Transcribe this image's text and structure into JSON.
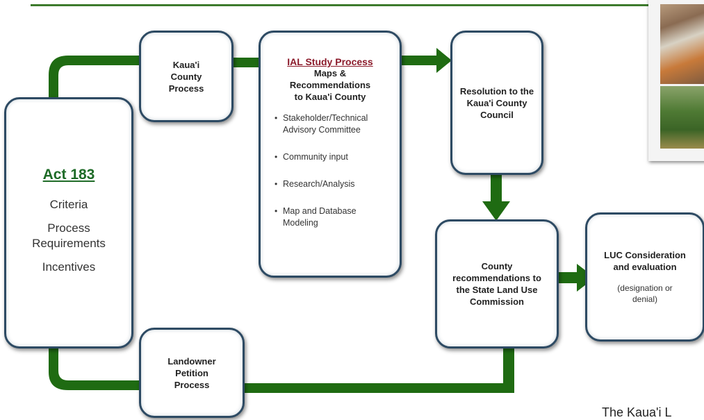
{
  "act": {
    "title": "Act 183",
    "lines": [
      "Criteria",
      "Process Requirements",
      "Incentives"
    ]
  },
  "county_process": {
    "label": "Kaua'i County Process"
  },
  "landowner": {
    "label": "Landowner Petition Process"
  },
  "ial": {
    "title": "IAL Study Process",
    "subtitle": "Maps & Recommendations to Kaua'i County",
    "bullets": [
      "Stakeholder/Technical Advisory Committee",
      "Community input",
      "Research/Analysis",
      "Map and Database Modeling"
    ]
  },
  "resolution": {
    "label": "Resolution to the Kaua'i County Council"
  },
  "county_rec": {
    "label": "County recommendations to the State Land Use Commission"
  },
  "luc": {
    "title": "LUC Consideration and evaluation",
    "note": "(designation or denial)"
  },
  "caption": "The Kaua'i L",
  "colors": {
    "arrow": "#1f6b12",
    "border": "#2d4a63",
    "accent_red": "#8b1a2a",
    "accent_green": "#1e6b27"
  }
}
